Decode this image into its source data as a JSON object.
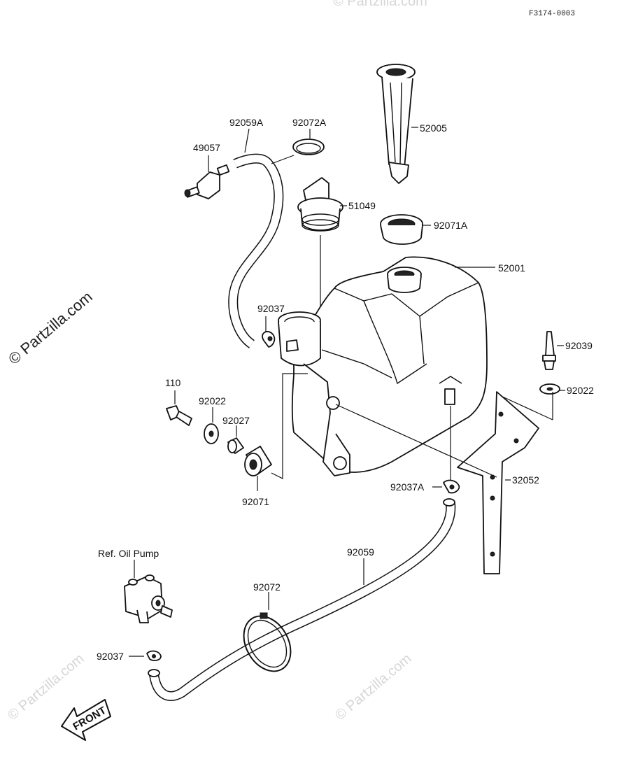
{
  "diagram": {
    "code": "F3174-0003",
    "watermark": "© Partzilla.com",
    "front_label": "FRONT",
    "ref_label": "Ref. Oil Pump",
    "callouts": [
      "52005",
      "92059A",
      "92072A",
      "49057",
      "51049",
      "92071A",
      "52001",
      "92037",
      "92039",
      "92022",
      "110",
      "92022",
      "92027",
      "92071",
      "32052",
      "92037A",
      "92059",
      "92072",
      "92037"
    ]
  },
  "colors": {
    "line": "#111111",
    "watermark": "#d6d6d6",
    "background": "#ffffff"
  }
}
